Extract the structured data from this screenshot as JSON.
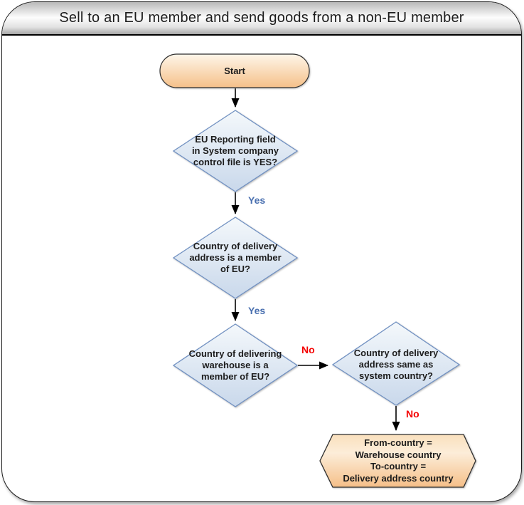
{
  "title_bar": {
    "title": "Sell to an EU member and send goods from a non-EU member"
  },
  "flowchart": {
    "start": {
      "label": "Start"
    },
    "decisions": [
      {
        "id": "decision-1",
        "lines": [
          "EU Reporting field",
          "in System company",
          "control file is YES?"
        ]
      },
      {
        "id": "decision-2",
        "lines": [
          "Country of delivery",
          "address is a member",
          "of EU?"
        ]
      },
      {
        "id": "decision-3",
        "lines": [
          "Country of delivering",
          "warehouse is a",
          "member of EU?"
        ]
      },
      {
        "id": "decision-4",
        "lines": [
          "Country of delivery",
          "address same as",
          "system country?"
        ]
      }
    ],
    "result": {
      "lines": [
        "From-country =",
        "Warehouse country",
        "To-country =",
        "Delivery address country"
      ]
    },
    "edges": [
      {
        "from": "start",
        "to": "decision-1",
        "label": ""
      },
      {
        "from": "decision-1",
        "to": "decision-2",
        "label": "Yes"
      },
      {
        "from": "decision-2",
        "to": "decision-3",
        "label": "Yes"
      },
      {
        "from": "decision-3",
        "to": "decision-4",
        "label": "No"
      },
      {
        "from": "decision-4",
        "to": "result",
        "label": "No"
      }
    ]
  },
  "colors": {
    "decision_border": "#7191c2",
    "decision_fill_top": "#f4f8fb",
    "decision_fill_bottom": "#c9d8eb",
    "terminal_fill_top": "#fef6ea",
    "terminal_fill_bottom": "#f5c089",
    "result_fill_top": "#fae0bd",
    "result_fill_bottom": "#f5bf88",
    "yes_label": "#4a70b0",
    "no_label": "#f40000",
    "titlebar_gradient_top": "#b9b9b9",
    "titlebar_gradient_bottom": "#a8a8a8"
  }
}
